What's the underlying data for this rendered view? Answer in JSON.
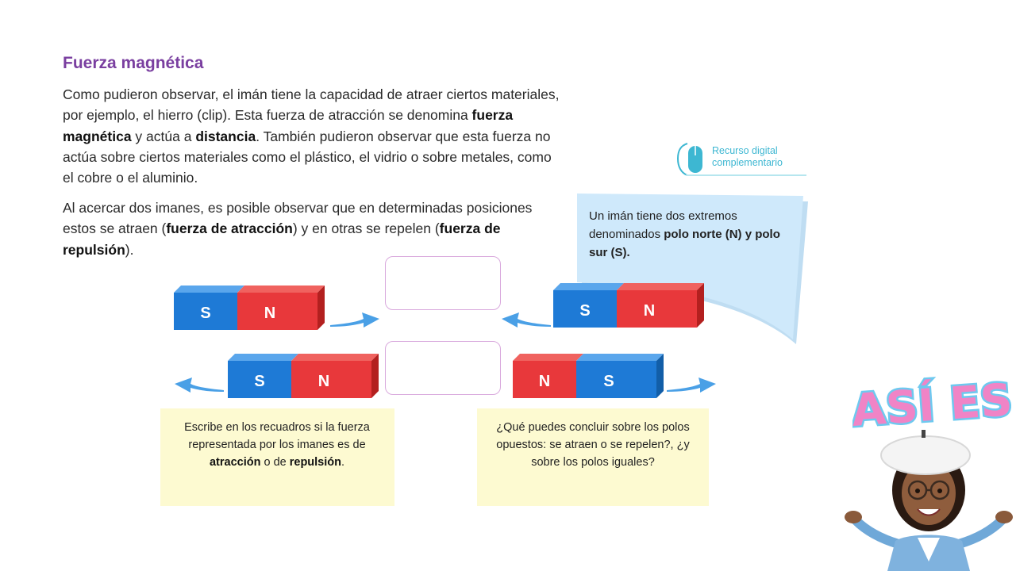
{
  "heading": "Fuerza magnética",
  "para1": {
    "t1": "Como pudieron observar, el imán tiene la capacidad de atraer ciertos materiales, por ejemplo, el hierro (clip). Esta fuerza de atracción se denomina ",
    "b1": "fuerza magnética",
    "t2": " y actúa a ",
    "b2": "distancia",
    "t3": ". También pudieron observar que esta fuerza no actúa sobre ciertos materiales como el plástico, el vidrio o sobre metales, como el cobre o el aluminio."
  },
  "para2": {
    "t1": "Al acercar dos imanes, es posible observar que en determinadas posiciones estos se atraen (",
    "b1": "fuerza de atracción",
    "t2": ") y en otras se repelen (",
    "b2": "fuerza de repulsión",
    "t3": ")."
  },
  "resource": {
    "line1": "Recurso digital",
    "line2": "complementario"
  },
  "note": {
    "t1": "Un imán tiene dos extremos denominados ",
    "b1": "polo norte (N) y polo sur (S)."
  },
  "magnets": {
    "m1": {
      "left": "S",
      "right": "N"
    },
    "m2": {
      "left": "S",
      "right": "N"
    },
    "m3": {
      "left": "S",
      "right": "N"
    },
    "m4": {
      "left": "N",
      "right": "S"
    }
  },
  "instruction": {
    "t1": "Escribe en los recuadros si la fuerza representada por los imanes es de ",
    "b1": "atracción",
    "t2": " o de ",
    "b2": "repulsión",
    "t3": "."
  },
  "question": "¿Qué puedes concluir sobre los polos opuestos: se atraen o se repelen?, ¿y sobre los polos iguales?",
  "sticker": "ASÍ ES",
  "colors": {
    "heading": "#7a3fa0",
    "magnet_blue": "#1e7ad6",
    "magnet_red": "#e8383b",
    "note_bg": "#cfe9fb",
    "yellow_bg": "#fdfad1",
    "arrow": "#4aa0e6",
    "box_border": "#d9a9dd"
  },
  "icons": {
    "resource": "mouse-icon",
    "avatar": "girl-avatar-icon"
  }
}
